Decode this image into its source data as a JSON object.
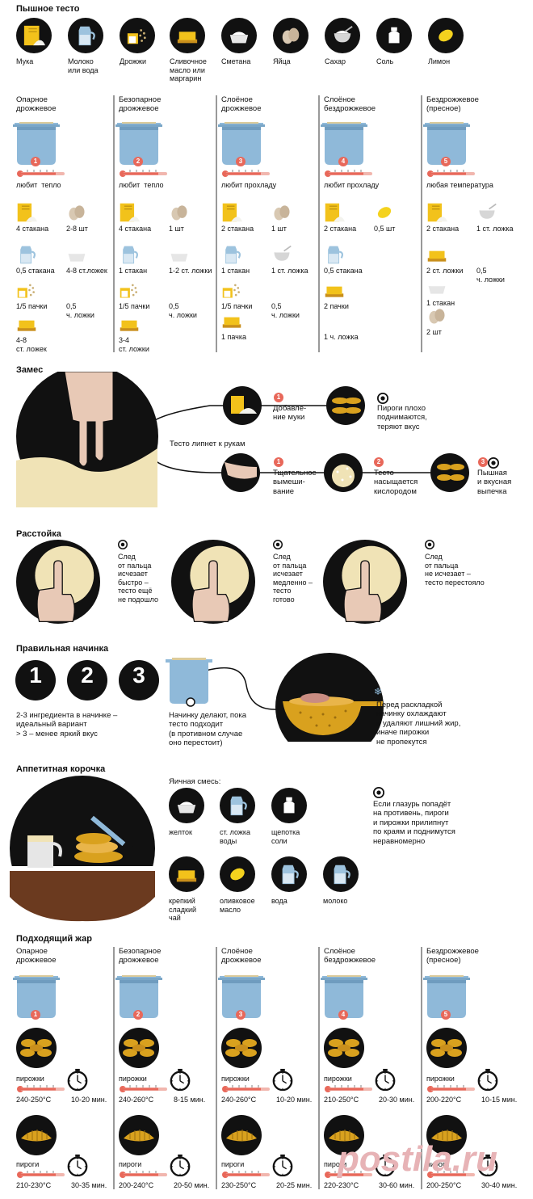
{
  "sections": {
    "s1": "Пышное тесто",
    "s2": "Замес",
    "s3": "Расстойка",
    "s4": "Правильная начинка",
    "s5": "Аппетитная корочка",
    "s6": "Подходящий жар"
  },
  "ingredients": [
    "Мука",
    "Молоко\nили вода",
    "Дрожжи",
    "Сливочное\nмасло или\nмаргарин",
    "Сметана",
    "Яйца",
    "Сахар",
    "Соль",
    "Лимон"
  ],
  "ingredient_icons": [
    "flour-icon",
    "milk-jug-icon",
    "yeast-icon",
    "butter-icon",
    "sour-cream-icon",
    "eggs-icon",
    "sugar-icon",
    "salt-icon",
    "lemon-icon"
  ],
  "dough_types": [
    {
      "name": "Опарное\nдрожжевое",
      "num": "1",
      "temp": "любит  тепло",
      "rows": [
        "4 стакана",
        "2-8 шт",
        "0,5 стакана",
        "4-8 ст.ложек",
        "1/5 пачки",
        "0,5\nч. ложки",
        "4-8\nст. ложек"
      ]
    },
    {
      "name": "Безопарное\nдрожжевое",
      "num": "2",
      "temp": "любит  тепло",
      "rows": [
        "4 стакана",
        "1 шт",
        "1 стакан",
        "1-2 ст. ложки",
        "1/5 пачки",
        "0,5\nч. ложки",
        "3-4\nст. ложки"
      ]
    },
    {
      "name": "Слоёное\nдрожжевое",
      "num": "3",
      "temp": "любит прохладу",
      "rows": [
        "2 стакана",
        "1 шт",
        "1 стакан",
        "1 ст. ложка",
        "1/5 пачки",
        "0,5\nч. ложки",
        "1 пачка"
      ]
    },
    {
      "name": "Слоёное\nбездрожжевое",
      "num": "4",
      "temp": "любит прохладу",
      "rows": [
        "2 стакана",
        "0,5 шт",
        "0,5 стакана",
        "2 пачки",
        "1 ч. ложка"
      ]
    },
    {
      "name": "Бездрожжевое\n(пресное)",
      "num": "5",
      "temp": "любая температура",
      "rows": [
        "2 стакана",
        "1 ст. ложка",
        "2 ст. ложки",
        "0,5\nч. ложки",
        "1 стакан",
        "2 шт"
      ]
    }
  ],
  "zames": {
    "caption": "Тесто липнет к рукам",
    "top_step1": "Добавле-\nние муки",
    "top_result": "Пироги плохо\nподнимаются,\nтеряют вкус",
    "b_step1": "Тщательное\nвымеши-\nвание",
    "b_step2": "Тесто\nнасыщается\nкислородом",
    "b_result": "Пышная\nи вкусная\nвыпечка",
    "n1": "1",
    "n2": "2",
    "n3": "3"
  },
  "rasstoyka": [
    "След\nот пальца\nисчезает\nбыстро –\nтесто ещё\nне подошло",
    "След\nот пальца\nисчезает\nмедленно –\nтесто\nготово",
    "След\nот пальца\nне исчезает –\nтесто перестояло"
  ],
  "nachinka": {
    "nums": [
      "1",
      "2",
      "3"
    ],
    "text1": "2-3 ингредиента в начинке –\nидеальный вариант\n> 3 – менее яркий вкус",
    "text2": "Начинку делают, пока\nтесто подходит\n(в противном случае\nоно перестоит)",
    "text3": "Перед раскладкой\nначинку охлаждают\nи удаляют лишний жир,\nиначе пирожки\nне пропекутся"
  },
  "korochka": {
    "egg_title": "Яичная смесь:",
    "items": [
      "желток",
      "ст. ложка\nводы",
      "щепотка\nсоли",
      "крепкий\nсладкий\nчай",
      "оливковое\nмасло",
      "вода",
      "молоко"
    ],
    "item_icons": [
      "yolk-icon",
      "spoon-water-icon",
      "salt-pinch-icon",
      "tea-glass-icon",
      "olive-oil-icon",
      "water-glass-icon",
      "milk-jug-icon"
    ],
    "note": "Если глазурь попадёт\nна противень, пироги\nи пирожки прилипнут\nпо краям и поднимутся\nнеравномерно"
  },
  "zhar": [
    {
      "name": "Опарное\nдрожжевое",
      "num": "1",
      "p1": "пирожки",
      "t1": "240-250°С",
      "m1": "10-20 мин.",
      "p2": "пироги",
      "t2": "210-230°С",
      "m2": "30-35 мин."
    },
    {
      "name": "Безопарное\nдрожжевое",
      "num": "2",
      "p1": "пирожки",
      "t1": "240-260°С",
      "m1": "8-15 мин.",
      "p2": "пироги",
      "t2": "200-240°С",
      "m2": "20-50 мин."
    },
    {
      "name": "Слоёное\nдрожжевое",
      "num": "3",
      "p1": "пирожки",
      "t1": "240-260°С",
      "m1": "10-20 мин.",
      "p2": "пироги",
      "t2": "230-250°С",
      "m2": "20-25 мин."
    },
    {
      "name": "Слоёное\nбездрожжевое",
      "num": "4",
      "p1": "пирожки",
      "t1": "210-250°С",
      "m1": "20-30 мин.",
      "p2": "пироги",
      "t2": "220-230°С",
      "m2": "30-60 мин."
    },
    {
      "name": "Бездрожжевое\n(пресное)",
      "num": "5",
      "p1": "пирожки",
      "t1": "200-220°С",
      "m1": "10-15 мин.",
      "p2": "пироги",
      "t2": "200-250°С",
      "m2": "30-40 мин."
    }
  ],
  "watermark": "postila.ru",
  "colors": {
    "accent": "#e8685a",
    "pot": "#8fb9d9",
    "butter": "#f2c21b",
    "dough": "#f0e3b6",
    "pastry": "#d9a11e",
    "dark": "#111111"
  }
}
